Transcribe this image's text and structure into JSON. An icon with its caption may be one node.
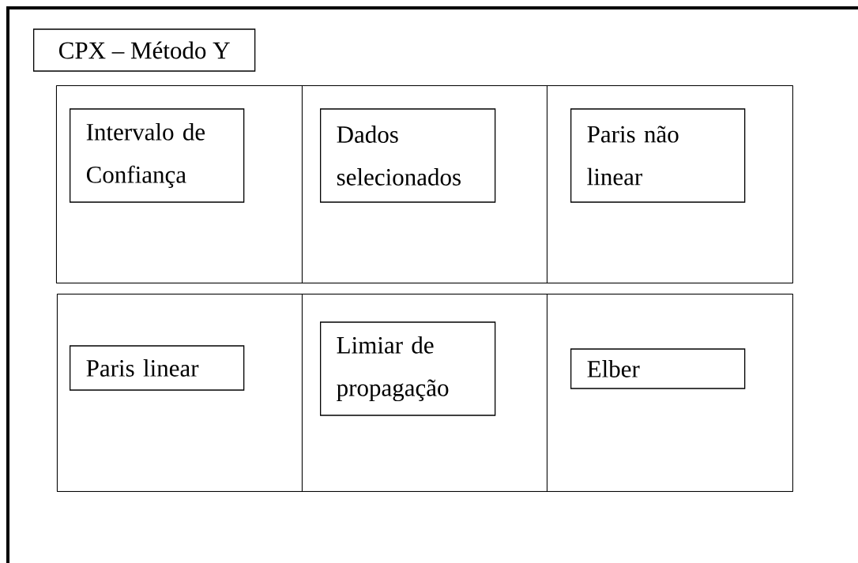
{
  "diagram": {
    "nodes": [
      {
        "text": [],
        "shape": "box"
      },
      {
        "text": [
          "CPX – Método Y"
        ],
        "in": 0
      },
      {
        "text": [],
        "shape": "box",
        "in": 0
      },
      {
        "text": [],
        "shape": "box",
        "in": 2
      },
      {
        "text": [],
        "shape": "box",
        "in": 2
      },
      {
        "text": [],
        "shape": "box",
        "in": 2
      },
      {
        "text": [
          "Intervalo de Confiança"
        ],
        "in": 3
      },
      {
        "text": [
          "Dados selecionados"
        ],
        "in": 4
      },
      {
        "text": [
          "Paris não linear"
        ],
        "in": 5
      },
      {
        "text": [],
        "shape": "box",
        "in": 0
      },
      {
        "text": [],
        "shape": "box",
        "in": 9
      },
      {
        "text": [],
        "shape": "box",
        "in": 9
      },
      {
        "text": [],
        "shape": "box",
        "in": 9
      },
      {
        "text": [
          "Paris linear"
        ],
        "in": 10
      },
      {
        "text": [
          "Limiar de propagação"
        ],
        "in": 11
      },
      {
        "text": [
          "Elber"
        ],
        "in": 12
      }
    ]
  }
}
